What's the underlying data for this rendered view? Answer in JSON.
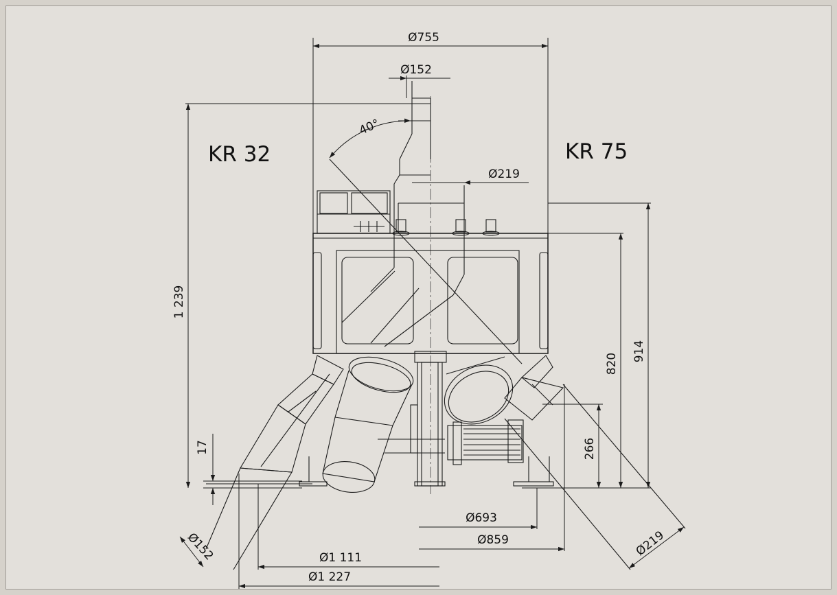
{
  "labels": {
    "left_model": "KR 32",
    "right_model": "KR 75"
  },
  "dimensions": {
    "top_diameter": "Ø755",
    "top_pipe_diameter": "Ø152",
    "angle": "40°",
    "right_pipe_diameter": "Ø219",
    "total_height": "1 239",
    "height_914": "914",
    "height_820": "820",
    "height_266": "266",
    "height_17": "17",
    "outlet_left_diameter": "Ø152",
    "outlet_right_diameter": "Ø219",
    "base_693": "Ø693",
    "base_859": "Ø859",
    "base_1111": "Ø1 111",
    "base_1227": "Ø1 227"
  },
  "colors": {
    "background": "#e3e0db",
    "border": "#d6d2cb",
    "line": "#1b1b1b"
  }
}
